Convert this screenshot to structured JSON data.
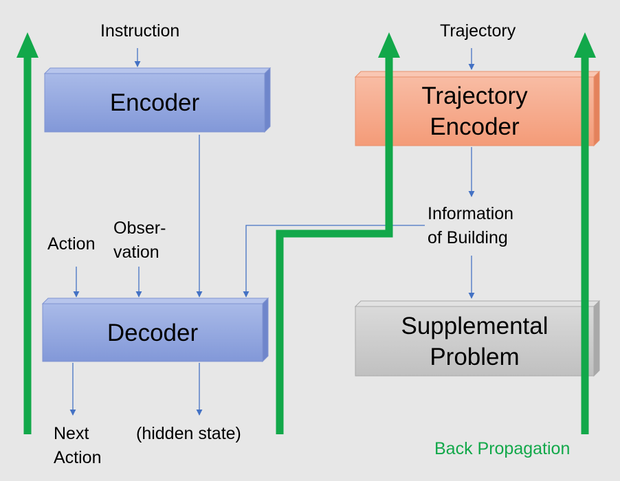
{
  "labels": {
    "instruction": "Instruction",
    "trajectory": "Trajectory",
    "action": "Action",
    "observation_1": "Obser-",
    "observation_2": "vation",
    "information_1": "Information",
    "information_2": "of Building",
    "next_action_1": "Next",
    "next_action_2": "Action",
    "hidden_state": "(hidden state)",
    "back_propagation": "Back Propagation"
  },
  "boxes": {
    "encoder": "Encoder",
    "decoder": "Decoder",
    "trajectory_encoder_1": "Trajectory",
    "trajectory_encoder_2": "Encoder",
    "supplemental_1": "Supplemental",
    "supplemental_2": "Problem"
  },
  "colors": {
    "background": "#e7e7e7",
    "blue_box": "#91a6de",
    "orange_box": "#f6ab8c",
    "gray_box": "#c8c8c8",
    "arrow_blue": "#4472c4",
    "back_propagation_green": "#12a84a"
  }
}
